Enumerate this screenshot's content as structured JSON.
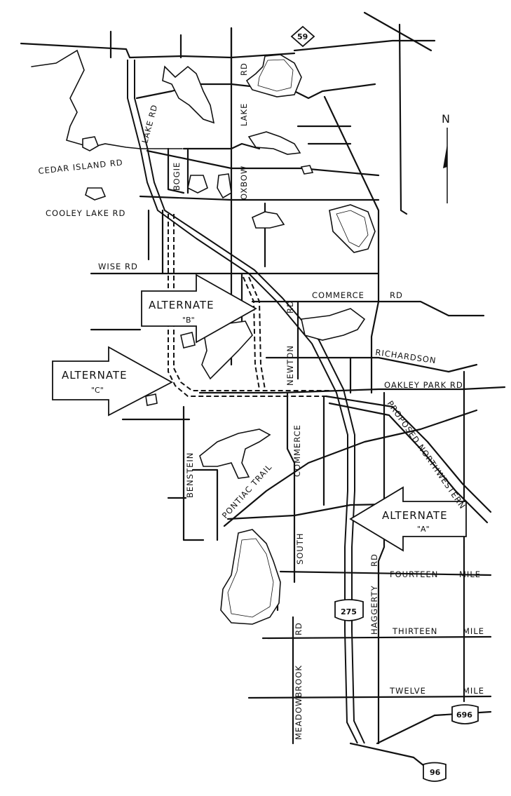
{
  "map": {
    "north_label": "N",
    "roads": {
      "cedar_island": "CEDAR ISLAND RD",
      "cooley_lake": "COOLEY LAKE RD",
      "wise": "WISE RD",
      "lake_rd": "LAKE RD",
      "bogie": "BOGIE",
      "oxbow": "OXBOW",
      "oxbow_lake": "LAKE",
      "oxbow_rd": "RD",
      "commerce_rd": "COMMERCE",
      "commerce_rd_suffix": "RD",
      "newton": "NEWTON",
      "newton_rd": "RD",
      "richardson": "RICHARDSON",
      "oakley_park": "OAKLEY PARK RD",
      "proposed_northwestern": "PROPOSED NORTHWESTERN",
      "benstein": "BENSTEIN",
      "pontiac_trail": "PONTIAC TRAIL",
      "commerce_vertical": "COMMERCE",
      "south": "SOUTH",
      "haggerty": "HAGGERTY",
      "haggerty_rd": "RD",
      "fourteen": "FOURTEEN",
      "fourteen_mile": "MILE",
      "thirteen": "THIRTEEN",
      "thirteen_mile": "MILE",
      "twelve": "TWELVE",
      "twelve_mile": "MILE",
      "meadowbrook": "MEADOWBROOK",
      "meadowbrook_rd": "RD"
    },
    "alternates": {
      "a_title": "ALTERNATE",
      "a_sub": "\"A\"",
      "b_title": "ALTERNATE",
      "b_sub": "\"B\"",
      "c_title": "ALTERNATE",
      "c_sub": "\"C\""
    },
    "shields": {
      "m59": "59",
      "i275": "275",
      "i696": "696",
      "i96": "96"
    }
  }
}
